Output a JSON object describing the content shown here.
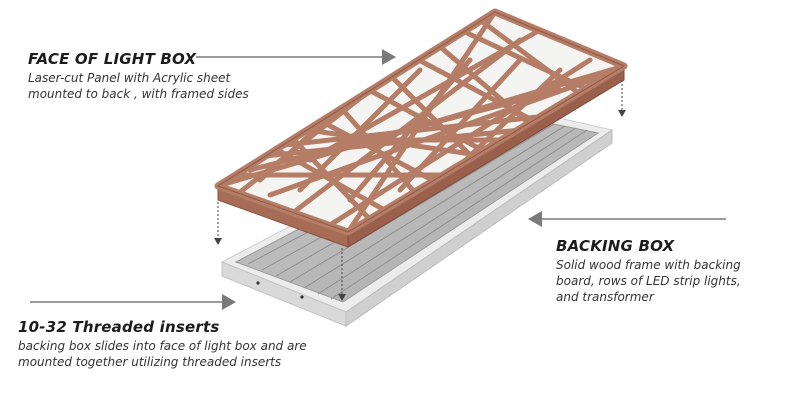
{
  "labels": {
    "face": {
      "title": "FACE OF LIGHT BOX",
      "lines": [
        "Laser-cut Panel with Acrylic sheet",
        "mounted to back , with framed sides"
      ]
    },
    "backing": {
      "title": "BACKING BOX",
      "lines": [
        "Solid wood frame with backing",
        "board, rows of LED strip lights,",
        "and transformer"
      ]
    },
    "inserts": {
      "title": "10-32 Threaded inserts",
      "lines": [
        "backing box slides into face of light box and are",
        "mounted together utilizing threaded inserts"
      ]
    }
  },
  "colors": {
    "panel_wood": "#b57d66",
    "panel_edge": "#8f5a45",
    "backing_frame": "#ebebeb",
    "backing_board": "#b8b8b8",
    "arrow": "#7a7a7a"
  }
}
